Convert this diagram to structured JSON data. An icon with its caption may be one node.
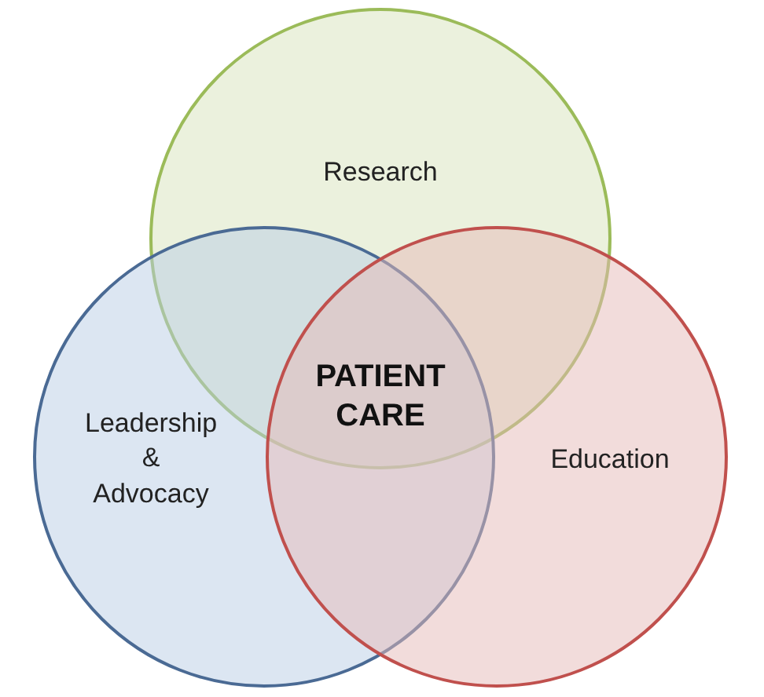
{
  "diagram": {
    "nodes": [
      {
        "text": [
          "Research"
        ]
      },
      {
        "text": [
          "Leadership & Advocacy"
        ]
      },
      {
        "text": [
          "Education"
        ]
      }
    ],
    "labels": [
      "PATIENT CARE"
    ]
  }
}
